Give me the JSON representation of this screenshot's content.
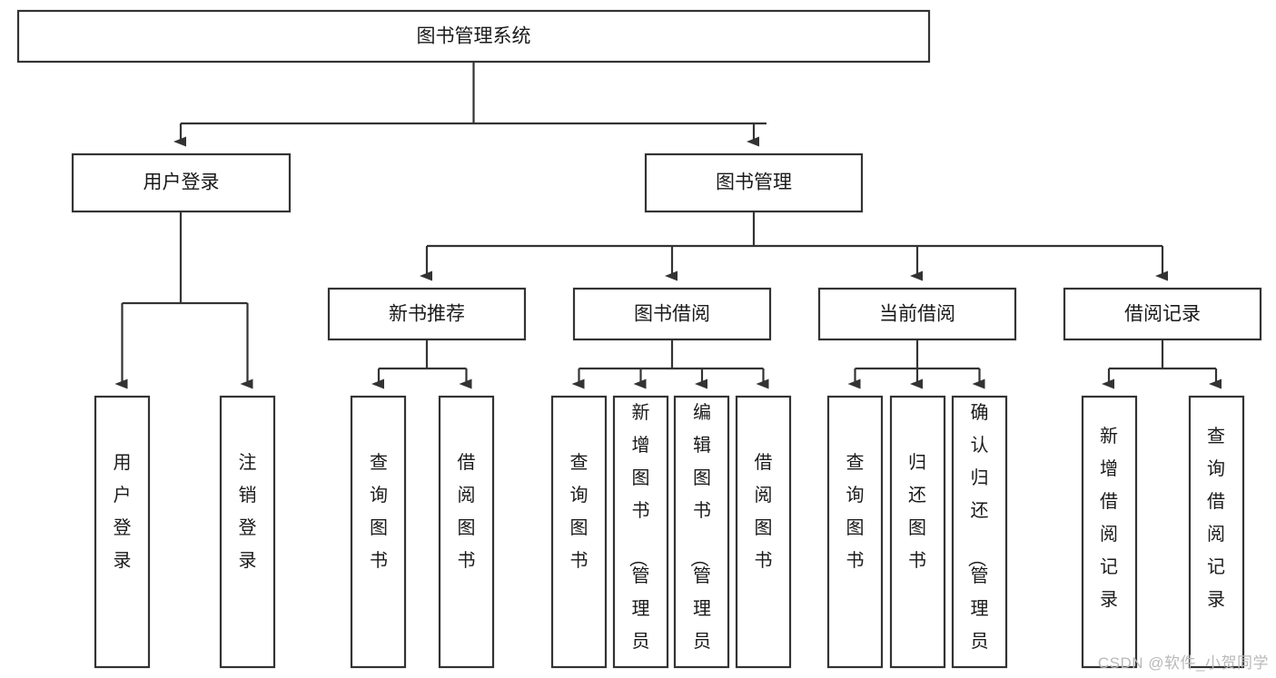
{
  "diagram": {
    "type": "tree-hierarchy-chart",
    "title": "图书管理系统",
    "watermark": "CSDN @软件_小贺同学",
    "colors": {
      "background": "#ffffff",
      "stroke": "#333333",
      "box_fill": "#ffffff",
      "text": "#1a1a1a",
      "watermark": "#b9b9b9"
    },
    "levels": {
      "level1": [
        {
          "id": "root",
          "label": "图书管理系统"
        }
      ],
      "level2": [
        {
          "id": "user-login",
          "label": "用户登录"
        },
        {
          "id": "book-manage",
          "label": "图书管理"
        }
      ],
      "level3": [
        {
          "id": "new-book-recommend",
          "label": "新书推荐"
        },
        {
          "id": "book-borrow",
          "label": "图书借阅"
        },
        {
          "id": "current-borrow",
          "label": "当前借阅"
        },
        {
          "id": "borrow-record",
          "label": "借阅记录"
        }
      ],
      "level4": [
        {
          "id": "leaf-user-login",
          "label": "用户登录",
          "parent": "user-login"
        },
        {
          "id": "leaf-logout-login",
          "label": "注销登录",
          "parent": "user-login"
        },
        {
          "id": "leaf-query-book-1",
          "label": "查询图书",
          "parent": "new-book-recommend"
        },
        {
          "id": "leaf-borrow-book-1",
          "label": "借阅图书",
          "parent": "new-book-recommend"
        },
        {
          "id": "leaf-query-book-2",
          "label": "查询图书",
          "parent": "book-borrow"
        },
        {
          "id": "leaf-add-book",
          "label": "新增图书（管理员）",
          "parent": "book-borrow"
        },
        {
          "id": "leaf-edit-book",
          "label": "编辑图书（管理员）",
          "parent": "book-borrow"
        },
        {
          "id": "leaf-borrow-book-2",
          "label": "借阅图书",
          "parent": "book-borrow"
        },
        {
          "id": "leaf-query-book-3",
          "label": "查询图书",
          "parent": "current-borrow"
        },
        {
          "id": "leaf-return-book",
          "label": "归还图书",
          "parent": "current-borrow"
        },
        {
          "id": "leaf-confirm-return",
          "label": "确认归还（管理员）",
          "parent": "current-borrow"
        },
        {
          "id": "leaf-add-record",
          "label": "新增借阅记录",
          "parent": "borrow-record"
        },
        {
          "id": "leaf-query-record",
          "label": "查询借阅记录",
          "parent": "borrow-record"
        }
      ]
    },
    "edges": [
      {
        "from": "root",
        "to": "user-login"
      },
      {
        "from": "root",
        "to": "book-manage"
      },
      {
        "from": "book-manage",
        "to": "new-book-recommend"
      },
      {
        "from": "book-manage",
        "to": "book-borrow"
      },
      {
        "from": "book-manage",
        "to": "current-borrow"
      },
      {
        "from": "book-manage",
        "to": "borrow-record"
      },
      {
        "from": "user-login",
        "to": "leaf-user-login"
      },
      {
        "from": "user-login",
        "to": "leaf-logout-login"
      },
      {
        "from": "new-book-recommend",
        "to": "leaf-query-book-1"
      },
      {
        "from": "new-book-recommend",
        "to": "leaf-borrow-book-1"
      },
      {
        "from": "book-borrow",
        "to": "leaf-query-book-2"
      },
      {
        "from": "book-borrow",
        "to": "leaf-add-book"
      },
      {
        "from": "book-borrow",
        "to": "leaf-edit-book"
      },
      {
        "from": "book-borrow",
        "to": "leaf-borrow-book-2"
      },
      {
        "from": "current-borrow",
        "to": "leaf-query-book-3"
      },
      {
        "from": "current-borrow",
        "to": "leaf-return-book"
      },
      {
        "from": "current-borrow",
        "to": "leaf-confirm-return"
      },
      {
        "from": "borrow-record",
        "to": "leaf-add-record"
      },
      {
        "from": "borrow-record",
        "to": "leaf-query-record"
      }
    ]
  }
}
